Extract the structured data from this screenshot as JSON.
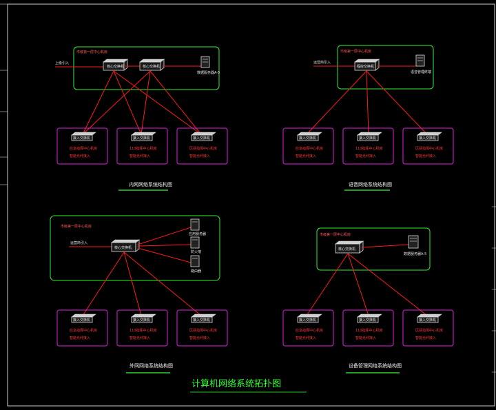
{
  "main_title": "计算机网络系统拓扑图",
  "diagrams": {
    "intranet": {
      "caption": "内网网络系统结构图",
      "core_zone": "市级第一层中心机房",
      "uplink": "上级引入",
      "core_switch_a": "核心交换机",
      "core_switch_b": "核心交换机",
      "server": "数据服务器A-5",
      "branches": [
        {
          "switch": "接入交换机",
          "line1": "应急指挥中心机房",
          "line2": "智能光纤接入"
        },
        {
          "switch": "接入交换机",
          "line1": "110指挥中心机房",
          "line2": "智能光纤接入"
        },
        {
          "switch": "接入交换机",
          "line1": "区县指挥中心机房",
          "line2": "智能光纤接入"
        }
      ]
    },
    "voice": {
      "caption": "语音网络系统结构图",
      "core_zone": "市级第一层中心机房",
      "uplink": "运营商引入",
      "core_switch": "程控交换机",
      "server": "语音管理终端",
      "branches": [
        {
          "switch": "接入交换机",
          "line1": "应急指挥中心机房",
          "line2": "智能光纤接入"
        },
        {
          "switch": "接入交换机",
          "line1": "110指挥中心机房",
          "line2": "智能光纤接入"
        },
        {
          "switch": "接入交换机",
          "line1": "区县指挥中心机房",
          "line2": "智能光纤接入"
        }
      ]
    },
    "extranet": {
      "caption": "外网网络系统结构图",
      "core_zone": "市级第一层中心机房",
      "uplink": "运营商引入",
      "core_switch": "核心交换机",
      "servers": [
        "应用服务器",
        "防火墙",
        "路由器"
      ],
      "branches": [
        {
          "switch": "接入交换机",
          "line1": "应急指挥中心机房",
          "line2": "智能光纤接入"
        },
        {
          "switch": "接入交换机",
          "line1": "110指挥中心机房",
          "line2": "智能光纤接入"
        },
        {
          "switch": "接入交换机",
          "line1": "区县指挥中心机房",
          "line2": "智能光纤接入"
        }
      ]
    },
    "device": {
      "caption": "设备管理网络系统结构图",
      "core_zone": "市级第一层中心机房",
      "core_switch": "核心交换机",
      "server": "数据服务器A-5",
      "branches": [
        {
          "switch": "接入交换机",
          "line1": "应急指挥中心机房",
          "line2": "智能光纤接入"
        },
        {
          "switch": "接入交换机",
          "line1": "110指挥中心机房",
          "line2": "智能光纤接入"
        },
        {
          "switch": "接入交换机",
          "line1": "区县指挥中心机房",
          "line2": "智能光纤接入"
        }
      ]
    }
  }
}
